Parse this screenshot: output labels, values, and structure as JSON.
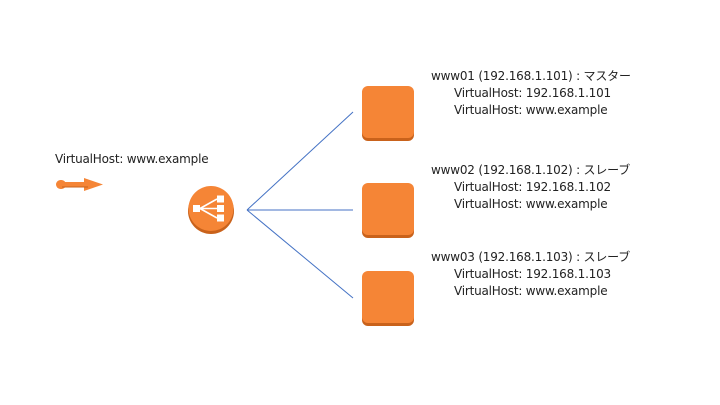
{
  "client": {
    "label": "VirtualHost: www.example",
    "icon": "client-request-arrow-icon"
  },
  "load_balancer": {
    "icon": "load-balancer-icon"
  },
  "servers": [
    {
      "icon": "server-icon",
      "title": "www01 (192.168.1.101) : マスター",
      "host_ip": "VirtualHost: 192.168.1.101",
      "host_name": "VirtualHost: www.example"
    },
    {
      "icon": "server-icon",
      "title": "www02 (192.168.1.102) : スレーブ",
      "host_ip": "VirtualHost: 192.168.1.102",
      "host_name": "VirtualHost: www.example"
    },
    {
      "icon": "server-icon",
      "title": "www03 (192.168.1.103) : スレーブ",
      "host_ip": "VirtualHost: 192.168.1.103",
      "host_name": "VirtualHost: www.example"
    }
  ],
  "colors": {
    "orange": "#f58536",
    "orange_dark": "#c9621b",
    "connector": "#4472c4"
  }
}
